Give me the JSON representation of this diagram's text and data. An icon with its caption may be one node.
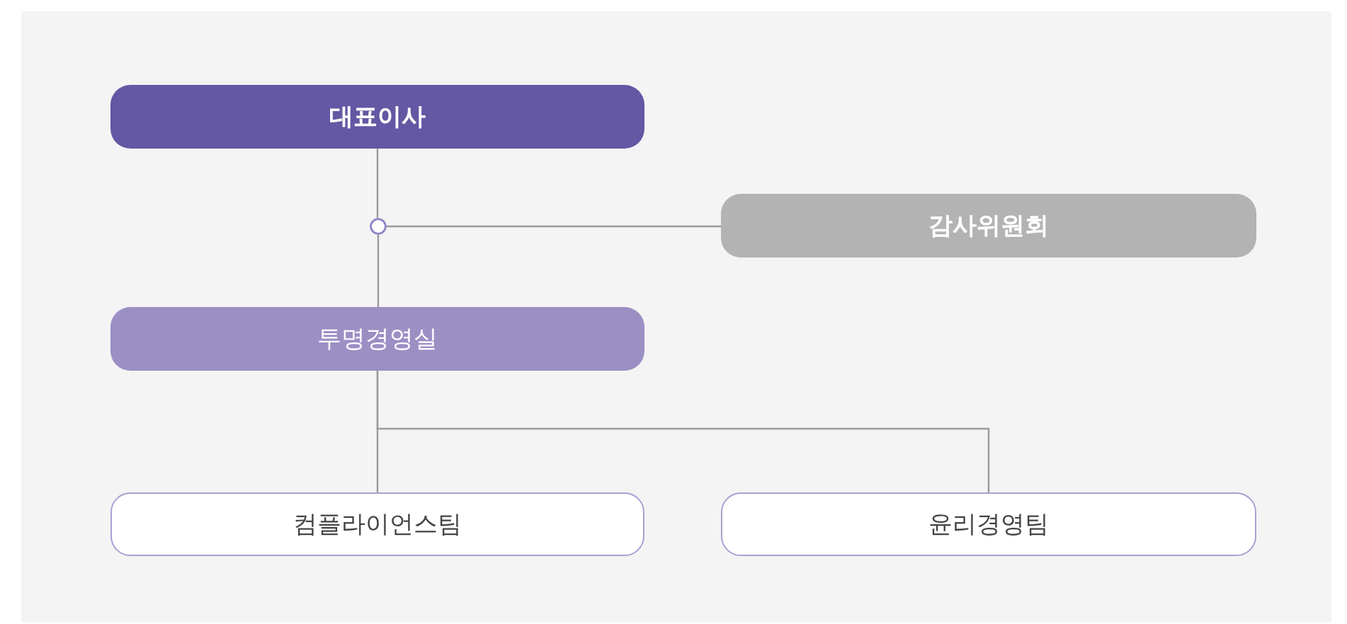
{
  "diagram": {
    "nodes": [
      {
        "text": [
          "대표이사"
        ]
      },
      {
        "text": [],
        "shape": "circle"
      },
      {
        "text": [
          "감사위원회"
        ]
      },
      {
        "text": [
          "투명경영실"
        ]
      },
      {
        "text": [
          "컴플라이언스팀"
        ]
      },
      {
        "text": [
          "윤리경영팀"
        ]
      }
    ],
    "edges": [
      {
        "from": 0,
        "to": 1,
        "arrow": "none"
      },
      {
        "from": 1,
        "to": 3,
        "arrow": "none"
      },
      {
        "from": 1,
        "to": 2,
        "arrow": "none"
      },
      {
        "from": 3,
        "to": 4,
        "arrow": "none"
      },
      {
        "from": 3,
        "to": 5,
        "arrow": "none"
      }
    ]
  }
}
